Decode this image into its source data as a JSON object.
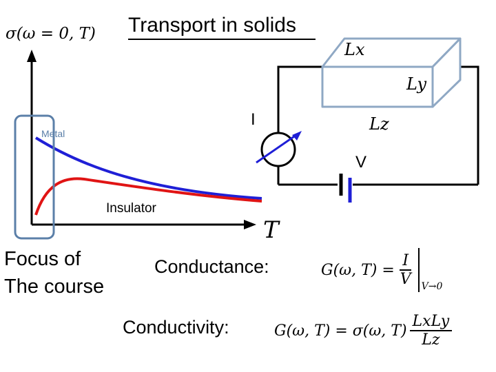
{
  "title": "Transport in solids",
  "axis": {
    "y_label": "σ(ω = 0, T)",
    "x_label": "T"
  },
  "curves": {
    "metal": {
      "label": "Metal",
      "color": "#1f1fd6"
    },
    "insulator": {
      "label": "Insulator",
      "color": "#e01414"
    }
  },
  "highlight_color": "#5b7fa8",
  "circuit": {
    "current_label": "I",
    "voltage_label": "V",
    "dims": {
      "lx": "Lx",
      "ly": "Ly",
      "lz": "Lz"
    }
  },
  "focus_text": {
    "line1": "Focus of",
    "line2": "The course"
  },
  "conductance": {
    "label": "Conductance:",
    "lhs": "G(ω, T) =",
    "num": "I",
    "den": "V",
    "limit": "V→0"
  },
  "conductivity": {
    "label": "Conductivity:",
    "lhs": "G(ω, T) = σ(ω, T)",
    "num": "LxLy",
    "den": "Lz"
  }
}
